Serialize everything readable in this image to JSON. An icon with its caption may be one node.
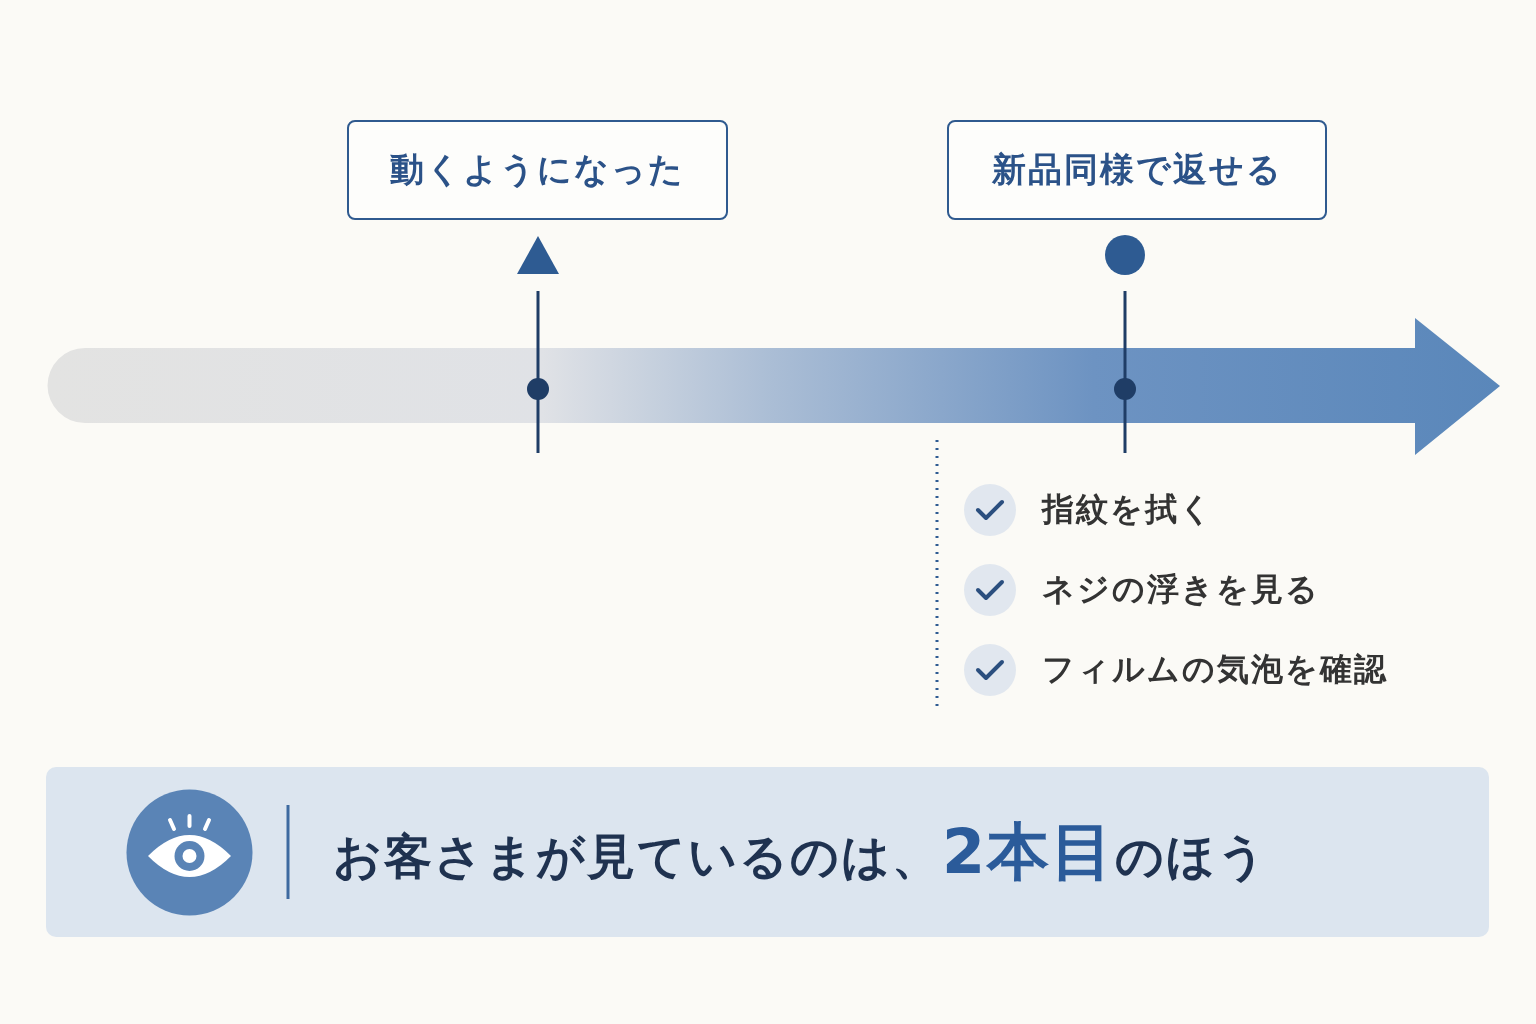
{
  "diagram": {
    "nodes": [
      {
        "text": [
          "動くようになった"
        ]
      },
      {
        "text": [
          "新品同様で返せる"
        ]
      },
      {
        "text": [
          "お客さまが見ているのは、**2本目**のほう"
        ]
      }
    ],
    "labels": [
      "指紋を拭く",
      "ネジの浮きを見る",
      "フィルムの気泡を確認"
    ]
  }
}
